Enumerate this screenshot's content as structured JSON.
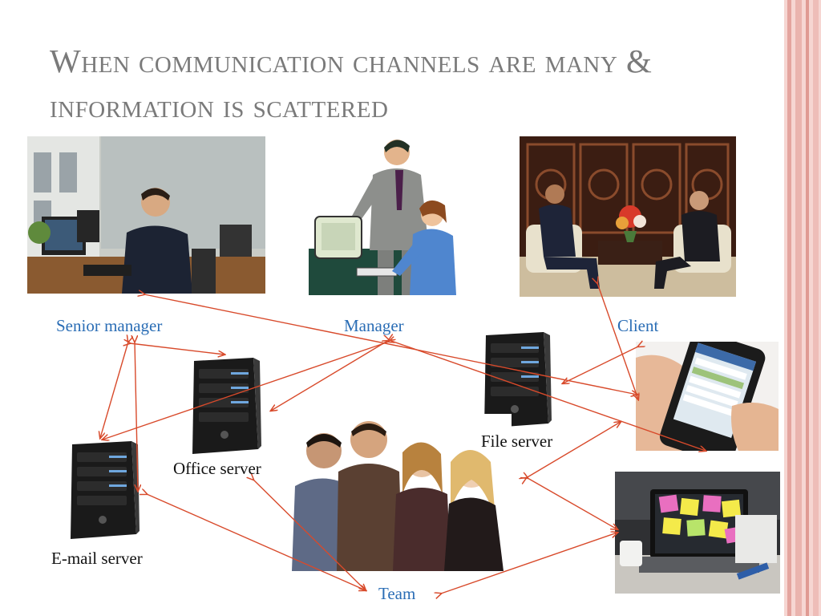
{
  "slide": {
    "title": "When communication channels are many & information is scattered"
  },
  "labels": {
    "senior_manager": "Senior manager",
    "manager": "Manager",
    "client": "Client",
    "file_server": "File server",
    "office_server": "Office server",
    "email_server": "E-mail server",
    "team": "Team"
  },
  "colors": {
    "title": "#7a7a7a",
    "label_blue": "#2a6db5",
    "arrow": "#d84a2b",
    "stripe": "#e9b2ad"
  }
}
